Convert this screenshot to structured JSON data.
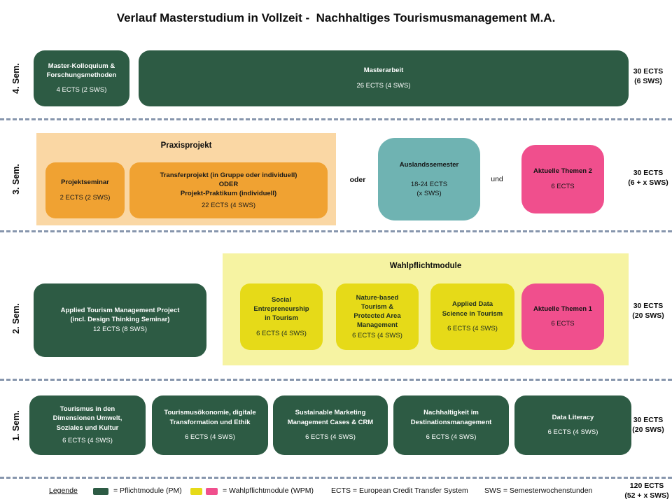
{
  "title": "Verlauf Masterstudium in Vollzeit -  Nachhaltiges Tourismusmanagement M.A.",
  "colors": {
    "pflicht_green": "#2d5b44",
    "orange_container": "#fad7a4",
    "orange_box": "#f0a232",
    "teal_box": "#6fb3b2",
    "pink_box": "#f04f8d",
    "yellow_container": "#f6f3a2",
    "yellow_box": "#e6da18",
    "divider": "#8796ad"
  },
  "semesters": {
    "sem4": {
      "label": "4. Sem.",
      "boxes": {
        "kolloquium": {
          "title": "Master-Kolloquium &\nForschungsmethoden",
          "ects": "4 ECTS (2 SWS)"
        },
        "masterarbeit": {
          "title": "Masterarbeit",
          "ects": "26 ECTS (4 SWS)"
        }
      },
      "total": "30 ECTS\n(6 SWS)"
    },
    "sem3": {
      "label": "3. Sem.",
      "group_title": "Praxisprojekt",
      "boxes": {
        "projektseminar": {
          "title": "Projektseminar",
          "ects": "2 ECTS (2 SWS)"
        },
        "transferprojekt": {
          "title": "Transferprojekt (in Gruppe oder individuell)\nODER\nProjekt-Praktikum (individuell)",
          "ects": "22 ECTS (4 SWS)"
        },
        "auslandssemester": {
          "title": "Auslandssemester",
          "ects": "18-24 ECTS\n(x SWS)"
        },
        "aktuelle_themen_2": {
          "title": "Aktuelle Themen 2",
          "ects": "6 ECTS"
        }
      },
      "connectors": {
        "oder": "oder",
        "und": "und"
      },
      "total": "30 ECTS\n(6 + x SWS)"
    },
    "sem2": {
      "label": "2. Sem.",
      "group_title": "Wahlpflichtmodule",
      "boxes": {
        "applied_tourism": {
          "title": "Applied Tourism Management Project\n(incl. Design Thinking Seminar)",
          "ects": "12 ECTS (8 SWS)"
        },
        "social_entrepreneurship": {
          "title": "Social\nEntrepreneurship\nin Tourism",
          "ects": "6 ECTS (4 SWS)"
        },
        "nature_based": {
          "title": "Nature-based\nTourism &\nProtected Area\nManagement",
          "ects": "6 ECTS (4 SWS)"
        },
        "applied_data_science": {
          "title": "Applied Data\nScience in Tourism",
          "ects": "6 ECTS (4 SWS)"
        },
        "aktuelle_themen_1": {
          "title": "Aktuelle Themen 1",
          "ects": "6 ECTS"
        }
      },
      "total": "30 ECTS\n(20 SWS)"
    },
    "sem1": {
      "label": "1. Sem.",
      "boxes": {
        "tourismus_dimensionen": {
          "title": "Tourismus in den\nDimensionen Umwelt,\nSoziales und Kultur",
          "ects": "6 ECTS (4 SWS)"
        },
        "tourismusoekonomie": {
          "title": "Tourismusökonomie, digitale\nTransformation und Ethik",
          "ects": "6 ECTS  (4 SWS)"
        },
        "sustainable_marketing": {
          "title": "Sustainable Marketing\nManagement Cases & CRM",
          "ects": "6 ECTS  (4 SWS)"
        },
        "nachhaltigkeit": {
          "title": "Nachhaltigkeit  im\nDestinationsmanagement",
          "ects": "6 ECTS (4 SWS)"
        },
        "data_literacy": {
          "title": "Data Literacy",
          "ects": "6 ECTS (4 SWS)"
        }
      },
      "total": "30 ECTS\n(20 SWS)"
    }
  },
  "legend": {
    "label": "Legende",
    "pflicht": "= Pflichtmodule (PM)",
    "wahlpflicht": "= Wahlpflichtmodule (WPM)",
    "ects_def": "ECTS = European Credit Transfer System",
    "sws_def": "SWS = Semesterwochenstunden",
    "grand_total": "120 ECTS\n(52 + x SWS)"
  }
}
